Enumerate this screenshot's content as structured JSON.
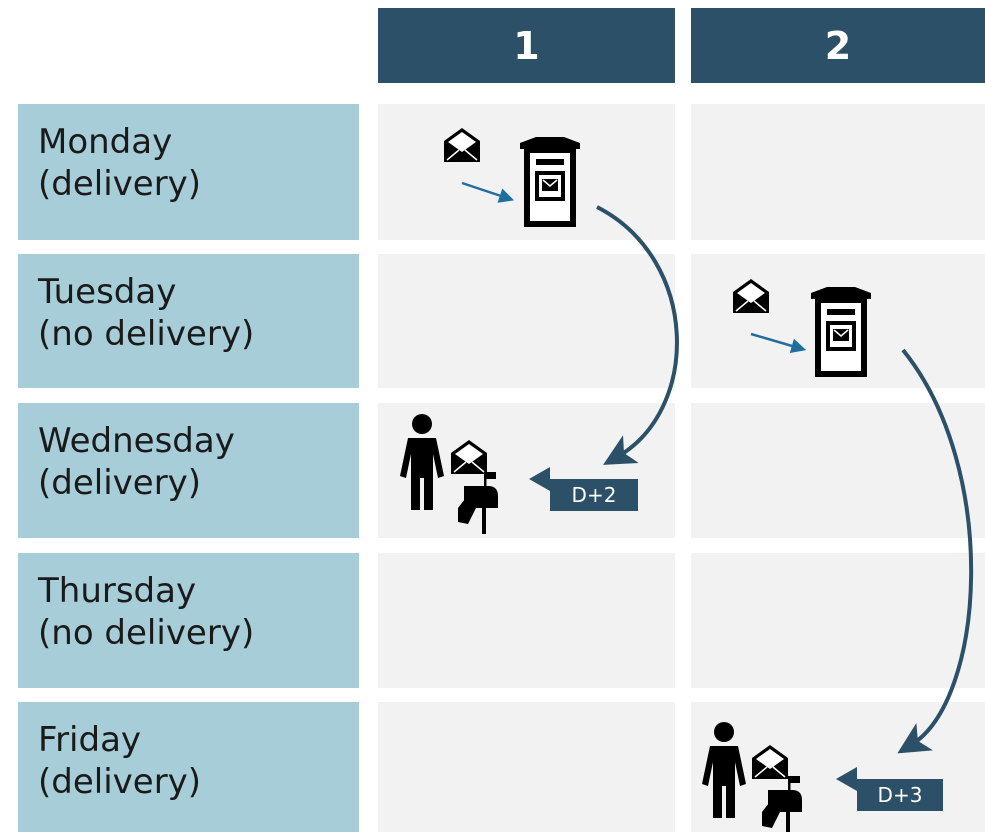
{
  "columns": [
    "1",
    "2"
  ],
  "days": [
    {
      "name": "Monday",
      "status": "(delivery)"
    },
    {
      "name": "Tuesday",
      "status": "(no delivery)"
    },
    {
      "name": "Wednesday",
      "status": "(delivery)"
    },
    {
      "name": "Thursday",
      "status": "(no delivery)"
    },
    {
      "name": "Friday",
      "status": "(delivery)"
    }
  ],
  "badges": {
    "col1": "D+2",
    "col2": "D+3"
  },
  "colors": {
    "header": "#2c5068",
    "day_label": "#a6cdd8",
    "cell": "#f2f2f2",
    "arrow": "#2c5068",
    "small_arrow": "#1f6f9c"
  },
  "icons": [
    "envelope-icon",
    "post-box-icon",
    "person-icon",
    "mailbox-icon",
    "curved-arrow"
  ]
}
